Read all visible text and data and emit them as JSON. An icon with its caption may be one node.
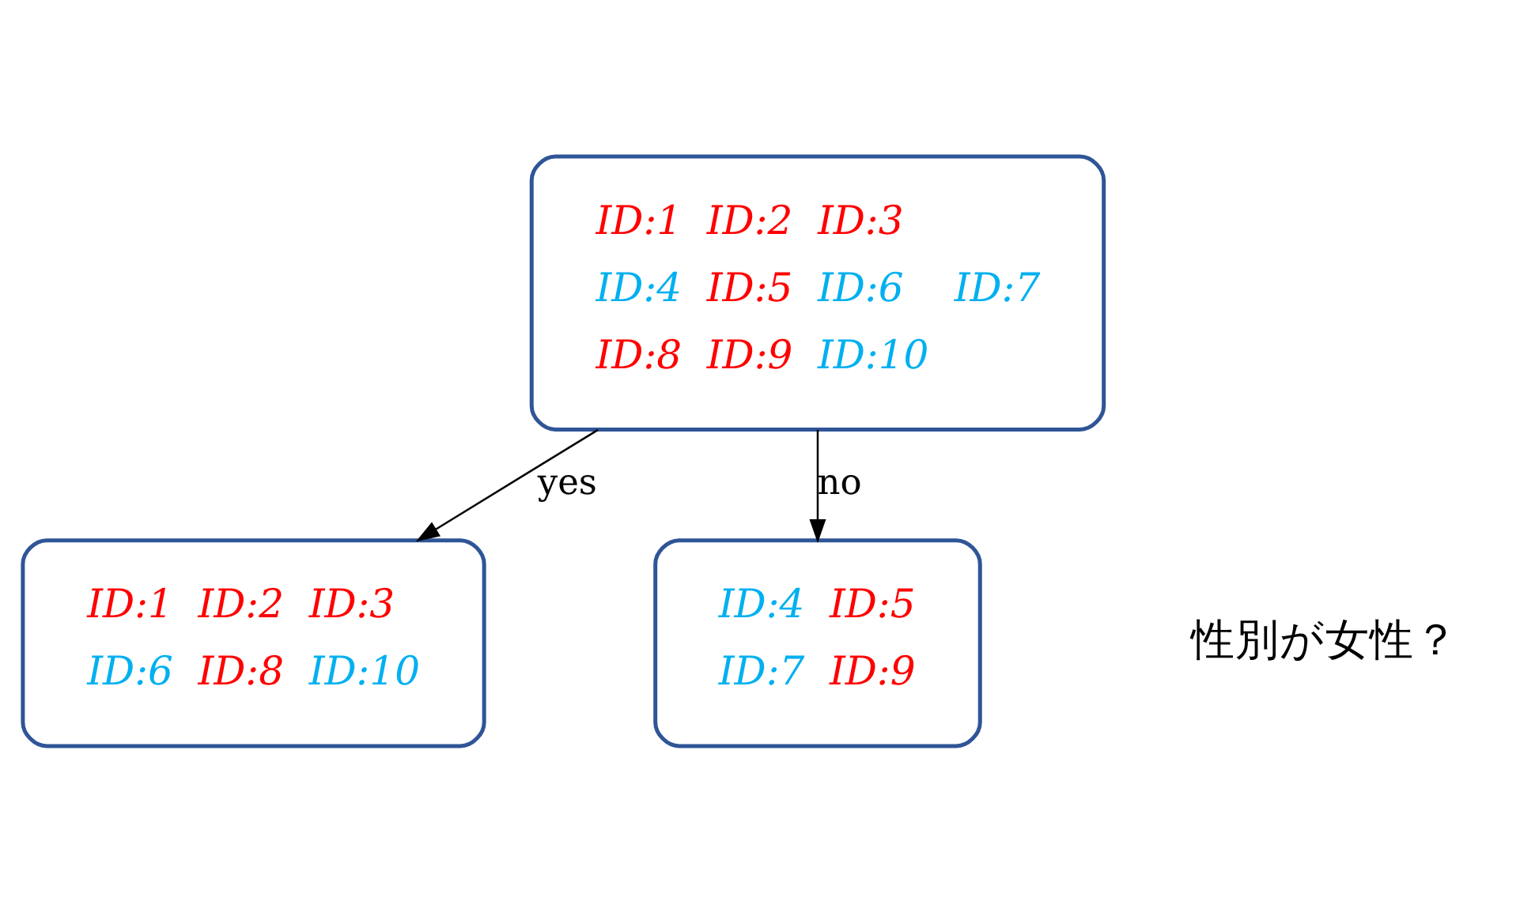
{
  "diagram": {
    "nodes": [
      {
        "text": [
          "ID:1",
          "ID:2",
          "ID:3",
          "ID:4",
          "ID:5",
          "ID:6",
          "ID:7",
          "ID:8",
          "ID:9",
          "ID:10"
        ]
      },
      {
        "text": [
          "ID:1",
          "ID:2",
          "ID:3",
          "ID:6",
          "ID:8",
          "ID:10"
        ]
      },
      {
        "text": [
          "ID:4",
          "ID:5",
          "ID:7",
          "ID:9"
        ]
      }
    ],
    "edges": [
      {
        "from": 0,
        "to": 1,
        "arrow": "to",
        "label": "yes"
      },
      {
        "from": 0,
        "to": 2,
        "arrow": "to",
        "label": "no"
      }
    ],
    "labels": [
      "性別が女性？"
    ]
  }
}
